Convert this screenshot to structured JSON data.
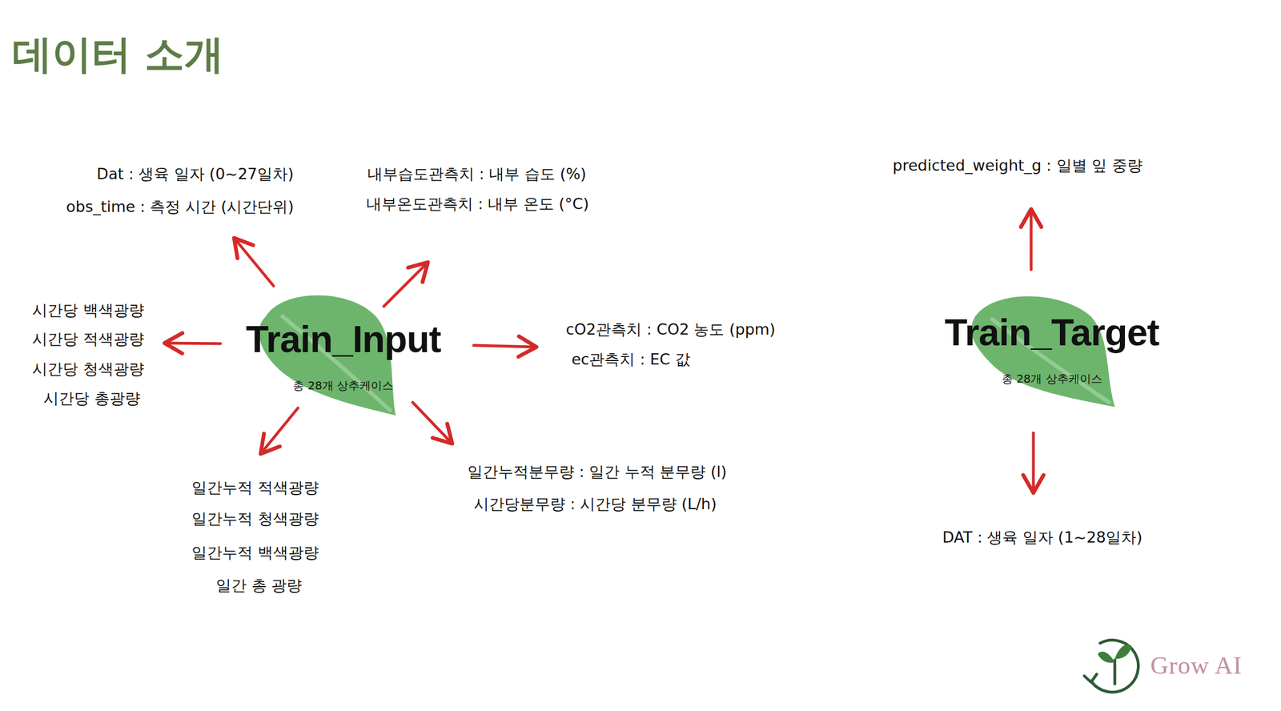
{
  "diagram": {
    "title": "데이터 소개",
    "nodes": [
      {
        "text": [
          "Train_Input",
          "총 28개 상추케이스"
        ]
      },
      {
        "text": [
          "Train_Target",
          "총 28개 상추케이스"
        ]
      }
    ],
    "edges": [],
    "labels": [
      "Dat : 생육 일자 (0~27일차)",
      "obs_time : 측정 시간 (시간단위)",
      "내부습도관측치 : 내부 습도 (%)",
      "내부온도관측치 : 내부 온도 (°C)",
      "시간당 백색광량",
      "시간당 적색광량",
      "시간당 청색광량",
      "시간당 총광량",
      "cO2관측치 : CO2 농도 (ppm)",
      "ec관측치 : EC 값",
      "일간누적 적색광량",
      "일간누적 청색광량",
      "일간누적 백색광량",
      "일간 총 광량",
      "일간누적분무량 : 일간 누적 분무량 (l)",
      "시간당분무량 : 시간당 분무량 (L/h)",
      "predicted_weight_g : 일별 잎 중량",
      "DAT : 생육 일자 (1~28일차)",
      "Grow AI"
    ]
  }
}
